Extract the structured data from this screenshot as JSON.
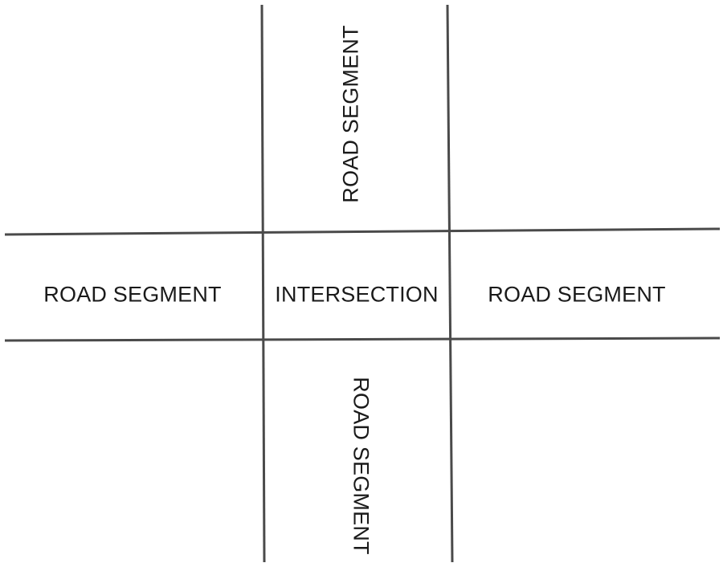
{
  "diagram": {
    "labels": {
      "north_segment": "ROAD SEGMENT",
      "west_segment": "ROAD SEGMENT",
      "center": "INTERSECTION",
      "east_segment": "ROAD SEGMENT",
      "south_segment": "ROAD SEGMENT"
    },
    "line_color": "#4a4a4a",
    "text_color": "#1a1a1a"
  }
}
